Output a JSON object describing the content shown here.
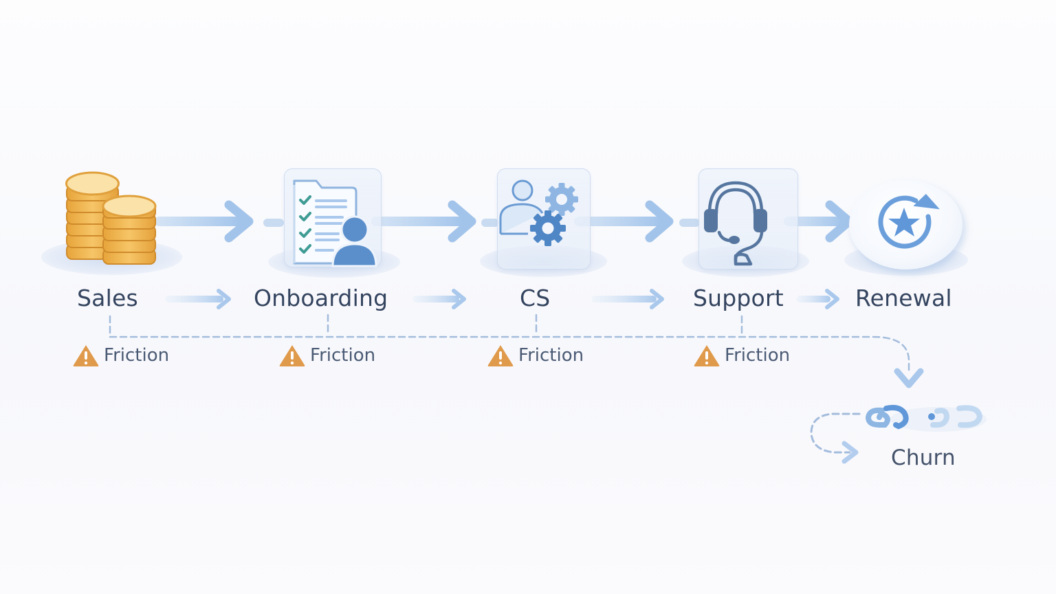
{
  "diagram": {
    "title": "Customer journey flow with friction points leading to churn",
    "stages": [
      {
        "label": "Sales",
        "icon": "coin-stack-icon"
      },
      {
        "label": "Onboarding",
        "icon": "checklist-user-icon"
      },
      {
        "label": "CS",
        "icon": "user-gears-icon"
      },
      {
        "label": "Support",
        "icon": "headset-icon"
      },
      {
        "label": "Renewal",
        "icon": "star-renew-icon"
      }
    ],
    "friction_points": [
      {
        "label": "Friction",
        "icon": "warning-icon",
        "after_stage": "Sales"
      },
      {
        "label": "Friction",
        "icon": "warning-icon",
        "after_stage": "Onboarding"
      },
      {
        "label": "Friction",
        "icon": "warning-icon",
        "after_stage": "CS"
      },
      {
        "label": "Friction",
        "icon": "warning-icon",
        "after_stage": "Support"
      }
    ],
    "outcome": {
      "label": "Churn",
      "icon": "broken-link-icon"
    },
    "colors": {
      "arrow": "#a9c8ec",
      "icon_blue": "#5b8fcb",
      "icon_dark": "#4f6f9c",
      "coin_gold": "#e7a73f",
      "warning": "#e09a4b",
      "check_teal": "#3e9c94",
      "text": "#34445f",
      "dashed": "#9fb6d6"
    }
  }
}
